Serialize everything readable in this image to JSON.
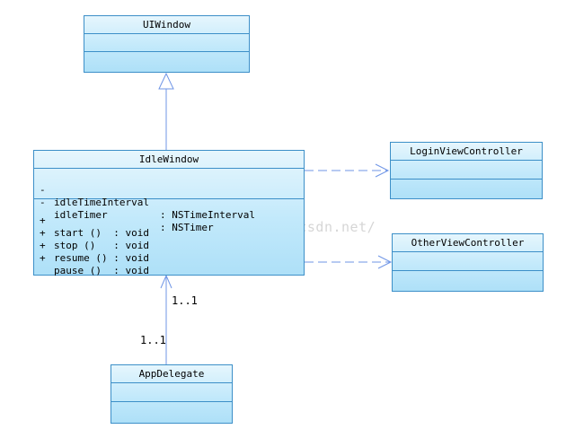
{
  "classes": {
    "uiwindow": {
      "name": "UIWindow"
    },
    "idlewindow": {
      "name": "IdleWindow",
      "attributes": [
        {
          "vis": "-",
          "name": "idleTimeInterval",
          "type": ": NSTimeInterval"
        },
        {
          "vis": "-",
          "name": "idleTimer",
          "type": ": NSTimer"
        }
      ],
      "operations": [
        {
          "vis": "+",
          "text": "start ()  : void"
        },
        {
          "vis": "+",
          "text": "stop ()   : void"
        },
        {
          "vis": "+",
          "text": "resume () : void"
        },
        {
          "vis": "+",
          "text": "pause ()  : void"
        }
      ]
    },
    "login": {
      "name": "LoginViewController"
    },
    "other": {
      "name": "OtherViewController"
    },
    "appdelegate": {
      "name": "AppDelegate"
    }
  },
  "association": {
    "mult_top": "1..1",
    "mult_bottom": "1..1"
  },
  "watermark": "http://blog.csdn.net/",
  "colors": {
    "border": "#3c8fc8",
    "line": "#6f95e6",
    "fill_top": "#e6f6fd",
    "fill_bottom": "#aee0f8"
  }
}
